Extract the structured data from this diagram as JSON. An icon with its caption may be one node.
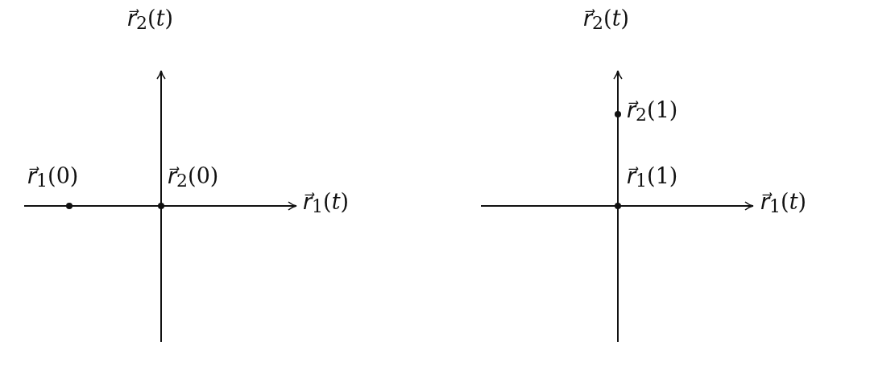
{
  "diagram": {
    "labels": [
      "*r⃗*$_{2}$(*t*)",
      "*r⃗*$_{2}$(*t*)",
      "*r⃗*$_{2}$(1)",
      "*r⃗*$_{1}$(0)",
      "*r⃗*$_{2}$(0)",
      "*r⃗*$_{1}$(1)",
      "*r⃗*$_{1}$(*t*)",
      "*r⃗*$_{1}$(*t*)"
    ]
  }
}
